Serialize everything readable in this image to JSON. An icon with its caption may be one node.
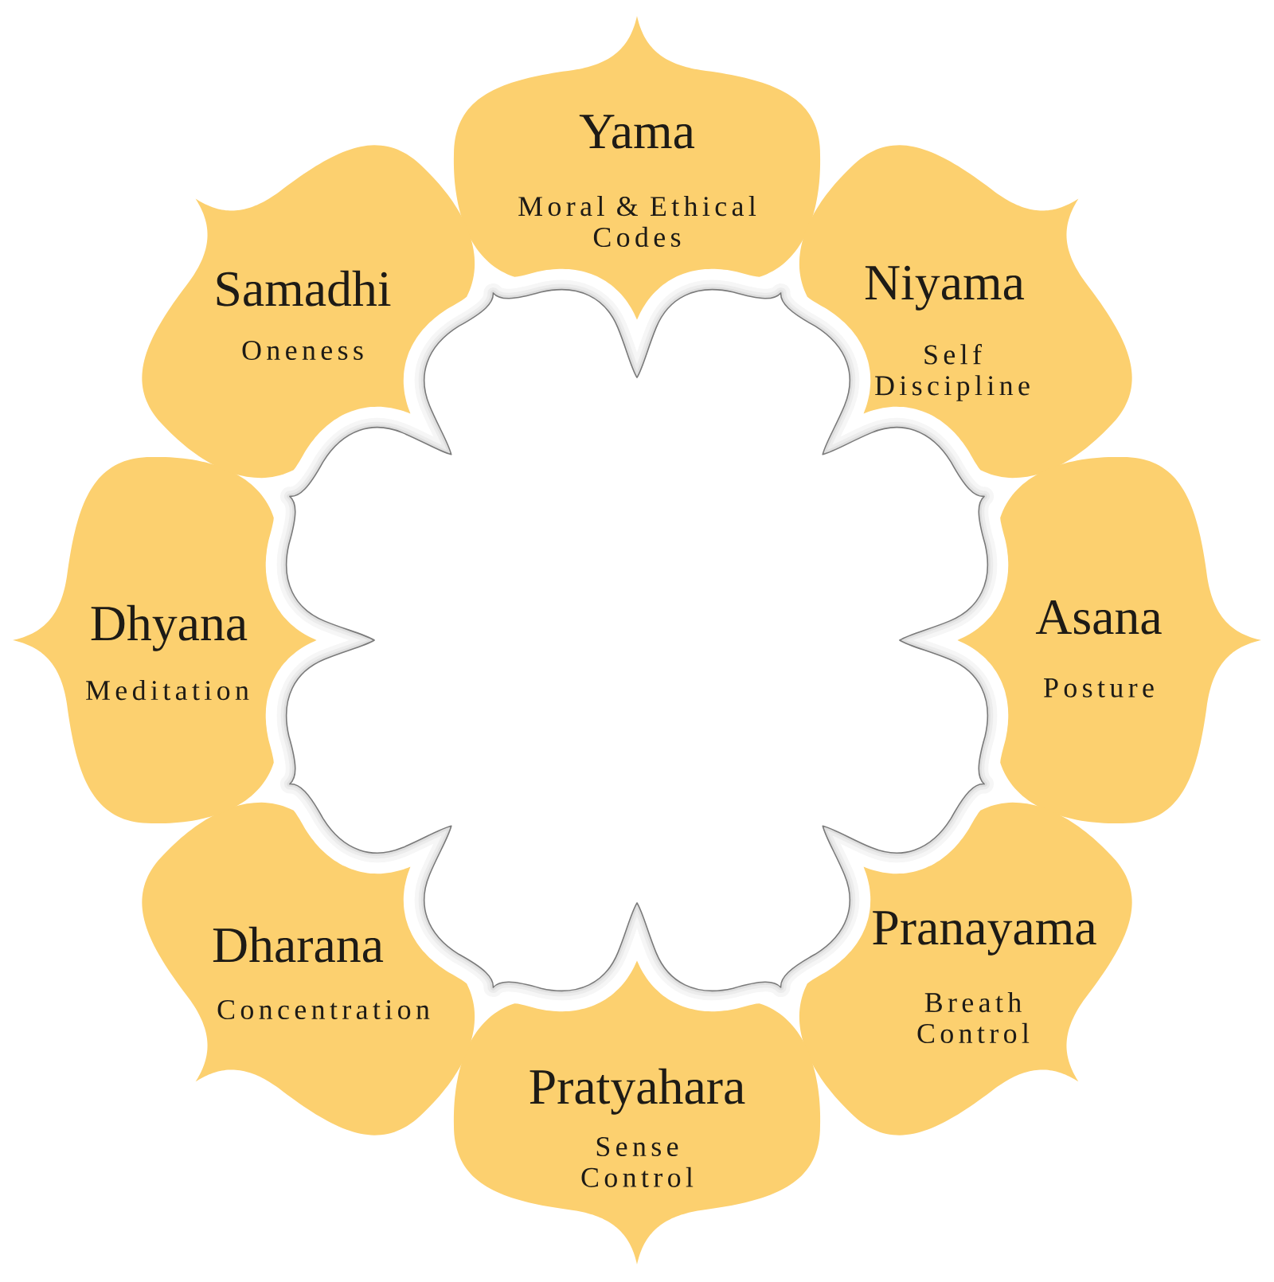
{
  "diagram": {
    "nodes": [
      {
        "text": [
          "Yama",
          "Moral & Ethical Codes"
        ]
      },
      {
        "text": [
          "Niyama",
          "Self Discipline"
        ]
      },
      {
        "text": [
          "Asana",
          "Posture"
        ]
      },
      {
        "text": [
          "Pranayama",
          "Breath Control"
        ]
      },
      {
        "text": [
          "Pratyahara",
          "Sense Control"
        ]
      },
      {
        "text": [
          "Dharana",
          "Concentration"
        ]
      },
      {
        "text": [
          "Dhyana",
          "Meditation"
        ]
      },
      {
        "text": [
          "Samadhi",
          "Oneness"
        ]
      },
      {
        "text": [],
        "shape": "flower"
      }
    ]
  }
}
